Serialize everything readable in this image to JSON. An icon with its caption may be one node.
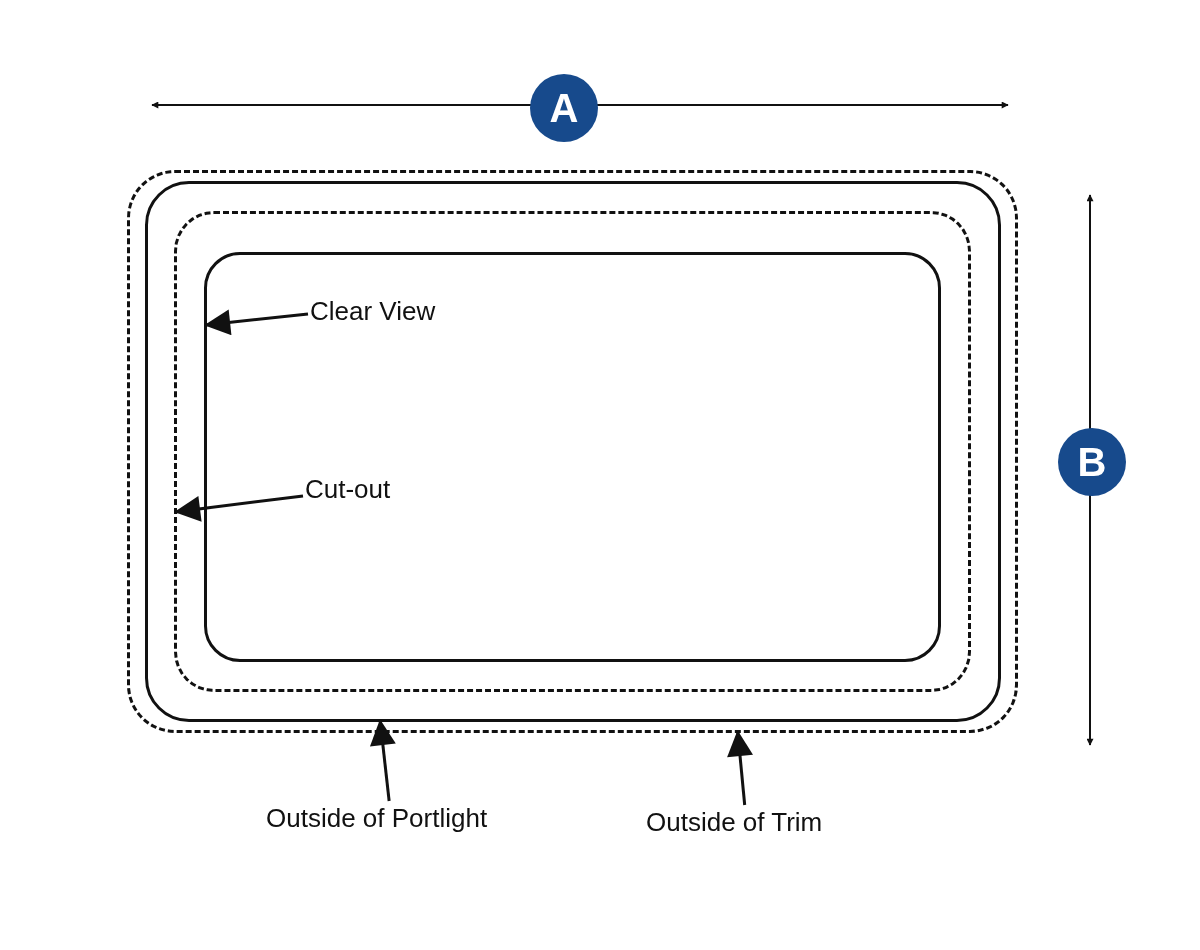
{
  "diagram": {
    "nodes": [
      {
        "text": [
          "A"
        ]
      },
      {
        "text": [],
        "shape": "box"
      },
      {
        "text": [],
        "shape": "box",
        "in": 1
      },
      {
        "text": [],
        "shape": "box",
        "in": 2
      },
      {
        "text": [],
        "shape": "box",
        "in": 3
      },
      {
        "text": [
          "Clear View"
        ],
        "in": 4
      },
      {
        "text": [
          "Cut-out"
        ],
        "in": 4
      },
      {
        "text": [
          "B"
        ]
      },
      {
        "text": [
          "Outside of Portlight"
        ]
      },
      {
        "text": [
          "Outside of Trim"
        ]
      }
    ],
    "edges": [
      {
        "from": 5,
        "to": 4,
        "arrow": "to"
      },
      {
        "from": 6,
        "to": 3,
        "arrow": "to"
      },
      {
        "from": 8,
        "to": 2,
        "arrow": "to"
      },
      {
        "from": 9,
        "to": 1,
        "arrow": "to"
      }
    ]
  }
}
